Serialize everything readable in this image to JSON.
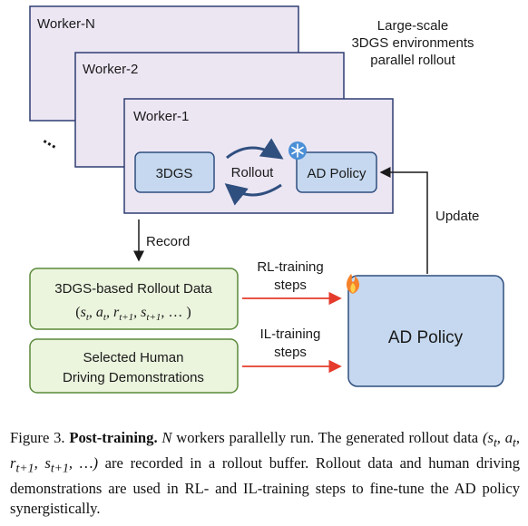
{
  "workers": {
    "back": "Worker-N",
    "middle": "Worker-2",
    "front": "Worker-1",
    "ellipsis": "..."
  },
  "env_note": [
    "Large-scale",
    "3DGS environments",
    "parallel rollout"
  ],
  "inner": {
    "gs_box": "3DGS",
    "rollout": "Rollout",
    "policy_box": "AD Policy",
    "frozen_icon": "snowflake-icon"
  },
  "record": "Record",
  "update": "Update",
  "rollout_data": {
    "title": "3DGS-based Rollout Data",
    "formula": "(s_t, a_t, r_{t+1}, s_{t+1}, ...)"
  },
  "human_demo": [
    "Selected Human",
    "Driving Demonstrations"
  ],
  "rl_steps": [
    "RL-training",
    "steps"
  ],
  "il_steps": [
    "IL-training",
    "steps"
  ],
  "main_policy": {
    "label": "AD Policy",
    "trainable_icon": "fire-icon"
  },
  "caption": {
    "fig": "Figure 3.",
    "title": "Post-training.",
    "n": "N",
    "t1": " workers parallelly run. The generated rollout data ",
    "tuple": "(s_t, a_t, r_{t+1}, s_{t+1}, ...)",
    "t2": " are recorded in a rollout buffer. Rollout data and human driving demonstrations are used in RL- and IL-training steps to fine-tune the AD policy synergistically."
  },
  "colors": {
    "worker_fill": "#ece6f3",
    "worker_stroke": "#2f3d73",
    "blue_fill": "#c5d8ef",
    "blue_stroke": "#2f4f7f",
    "green_fill": "#ebf4dd",
    "green_stroke": "#5a8a3a",
    "red_arrow": "#e53b2c"
  }
}
